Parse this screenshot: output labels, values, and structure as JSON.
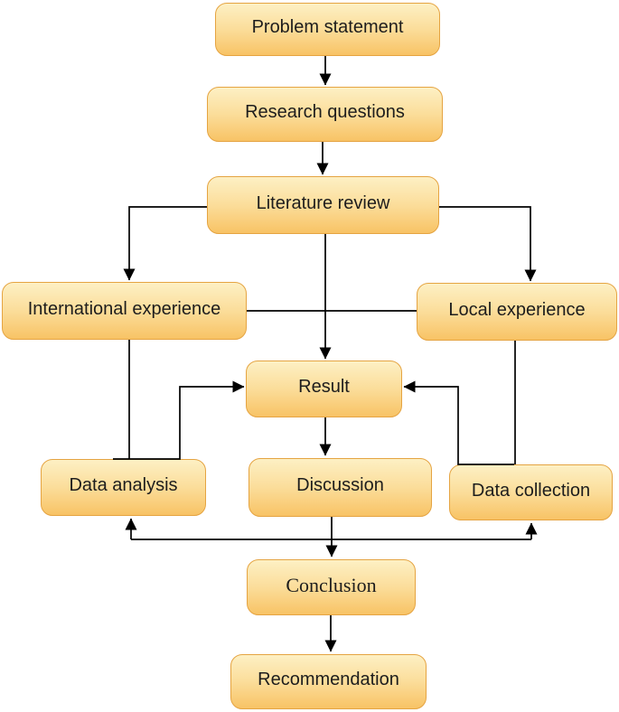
{
  "diagram": {
    "type": "flowchart",
    "nodes": {
      "problem_statement": "Problem statement",
      "research_questions": "Research questions",
      "literature_review": "Literature review",
      "international_experience": "International experience",
      "local_experience": "Local experience",
      "result": "Result",
      "data_analysis": "Data analysis",
      "discussion": "Discussion",
      "data_collection": "Data collection",
      "conclusion": "Conclusion",
      "recommendation": "Recommendation"
    },
    "edges": [
      {
        "from": "problem_statement",
        "to": "research_questions",
        "arrow": true
      },
      {
        "from": "research_questions",
        "to": "literature_review",
        "arrow": true
      },
      {
        "from": "literature_review",
        "to": "international_experience",
        "arrow": true
      },
      {
        "from": "literature_review",
        "to": "local_experience",
        "arrow": true
      },
      {
        "from": "literature_review",
        "to": "result",
        "arrow": true
      },
      {
        "from": "international_experience",
        "to": "local_experience",
        "arrow": false
      },
      {
        "from": "international_experience",
        "to": "data_analysis",
        "arrow": false
      },
      {
        "from": "data_analysis",
        "to": "result",
        "arrow": true
      },
      {
        "from": "local_experience",
        "to": "data_collection",
        "arrow": false
      },
      {
        "from": "data_collection",
        "to": "result",
        "arrow": true
      },
      {
        "from": "result",
        "to": "discussion",
        "arrow": true
      },
      {
        "from": "discussion",
        "to": "conclusion",
        "arrow": true
      },
      {
        "from": "feedback_line",
        "to": "data_analysis",
        "arrow": true
      },
      {
        "from": "feedback_line",
        "to": "data_collection",
        "arrow": true
      },
      {
        "from": "conclusion",
        "to": "recommendation",
        "arrow": true
      }
    ],
    "colors": {
      "box_fill_top": "#fdf0c4",
      "box_fill_bottom": "#f8c365",
      "box_border": "#e5a442",
      "connector": "#000000",
      "text": "#1d1d1d",
      "background": "#ffffff"
    }
  }
}
